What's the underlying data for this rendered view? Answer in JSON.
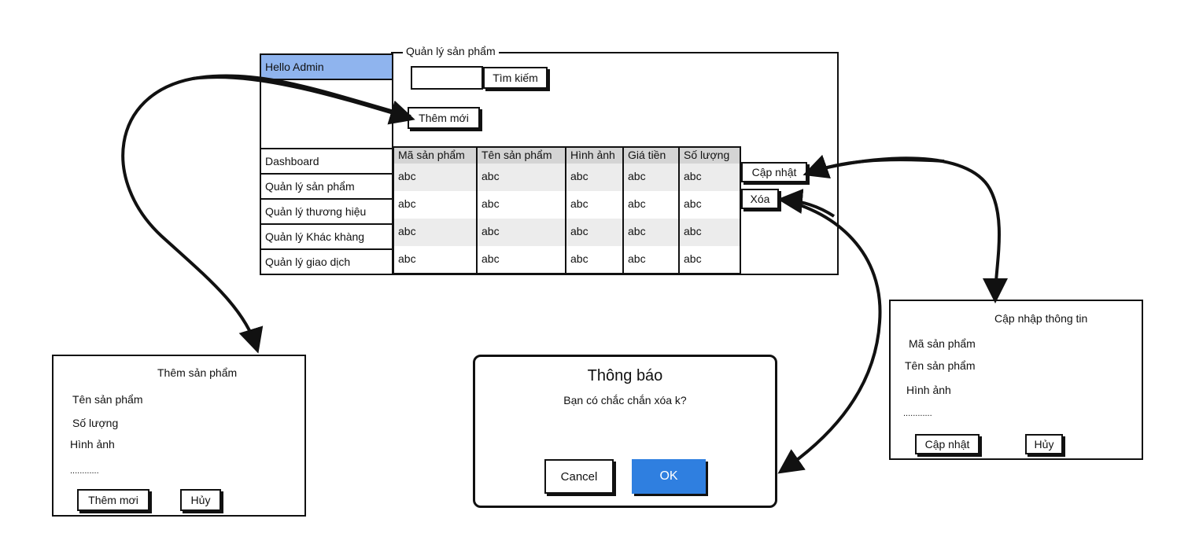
{
  "admin": {
    "greeting": "Hello Admin",
    "accent_color": "#8fb4ee",
    "sidebar": {
      "items": [
        {
          "label": "Dashboard"
        },
        {
          "label": "Quản lý sản phẩm"
        },
        {
          "label": "Quản lý thương hiệu"
        },
        {
          "label": "Quản lý Khác khàng"
        },
        {
          "label": "Quản lý giao dịch"
        }
      ]
    },
    "panel": {
      "title": "Quản lý sản phẩm",
      "search": {
        "value": "",
        "button_label": "Tìm kiếm"
      },
      "add_button_label": "Thêm mới",
      "table": {
        "columns": [
          "Mã sản phẩm",
          "Tên sản phẩm",
          "Hình ảnh",
          "Giá tiền",
          "Số lượng"
        ],
        "header_bg": "#d4d4d4",
        "rows": [
          [
            "abc",
            "abc",
            "abc",
            "abc",
            "abc"
          ],
          [
            "abc",
            "abc",
            "abc",
            "abc",
            "abc"
          ],
          [
            "abc",
            "abc",
            "abc",
            "abc",
            "abc"
          ],
          [
            "abc",
            "abc",
            "abc",
            "abc",
            "abc"
          ]
        ]
      },
      "row_actions": {
        "update_label": "Cập nhật",
        "delete_label": "Xóa"
      }
    }
  },
  "add_dialog": {
    "title": "Thêm sản phẩm",
    "fields": [
      "Tên sản phẩm",
      "Số lượng",
      "Hình ảnh",
      "............"
    ],
    "primary_label": "Thêm mơi",
    "cancel_label": "Hủy"
  },
  "confirm_dialog": {
    "title": "Thông báo",
    "message": "Bạn có chắc chắn xóa k?",
    "cancel_label": "Cancel",
    "ok_label": "OK",
    "ok_color": "#2f7fe0"
  },
  "update_dialog": {
    "title": "Cập nhập thông tin",
    "fields": [
      "Mã sản phẩm",
      "Tên sản phẩm",
      "Hình ảnh",
      "............"
    ],
    "primary_label": "Cập nhật",
    "cancel_label": "Hủy"
  }
}
